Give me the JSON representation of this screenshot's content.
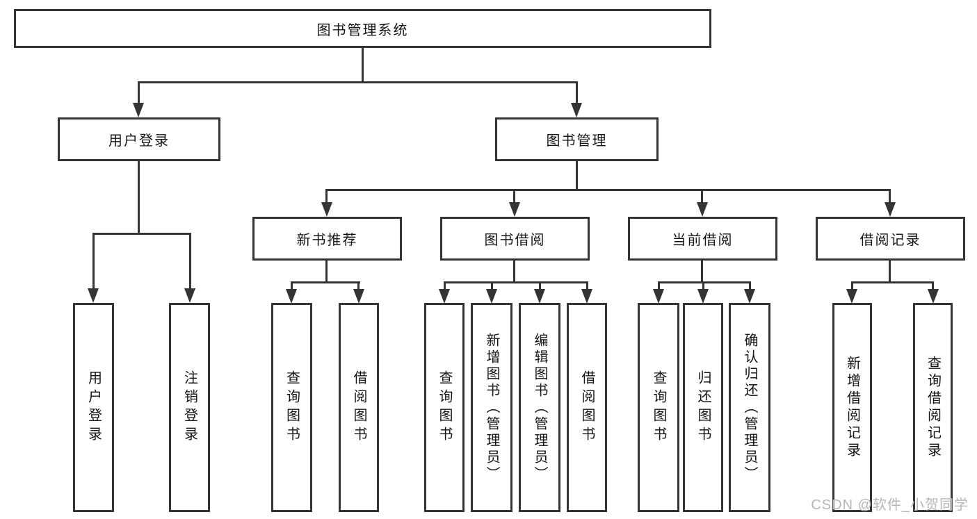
{
  "tree": {
    "label": "图书管理系统",
    "children": [
      {
        "label": "用户登录",
        "children": [
          {
            "label": "用户登录"
          },
          {
            "label": "注销登录"
          }
        ]
      },
      {
        "label": "图书管理",
        "children": [
          {
            "label": "新书推荐",
            "children": [
              {
                "label": "查询图书"
              },
              {
                "label": "借阅图书"
              }
            ]
          },
          {
            "label": "图书借阅",
            "children": [
              {
                "label": "查询图书"
              },
              {
                "label": "新增图书（管理员）"
              },
              {
                "label": "编辑图书（管理员）"
              },
              {
                "label": "借阅图书"
              }
            ]
          },
          {
            "label": "当前借阅",
            "children": [
              {
                "label": "查询图书"
              },
              {
                "label": "归还图书"
              },
              {
                "label": "确认归还（管理员）"
              }
            ]
          },
          {
            "label": "借阅记录",
            "children": [
              {
                "label": "新增借阅记录"
              },
              {
                "label": "查询借阅记录"
              }
            ]
          }
        ]
      }
    ]
  },
  "watermark": {
    "text": "CSDN @软件_小贺同学"
  },
  "colors": {
    "line": "#343434",
    "text": "#141414",
    "bg": "#ffffff",
    "watermark": "#b6b6b6"
  }
}
